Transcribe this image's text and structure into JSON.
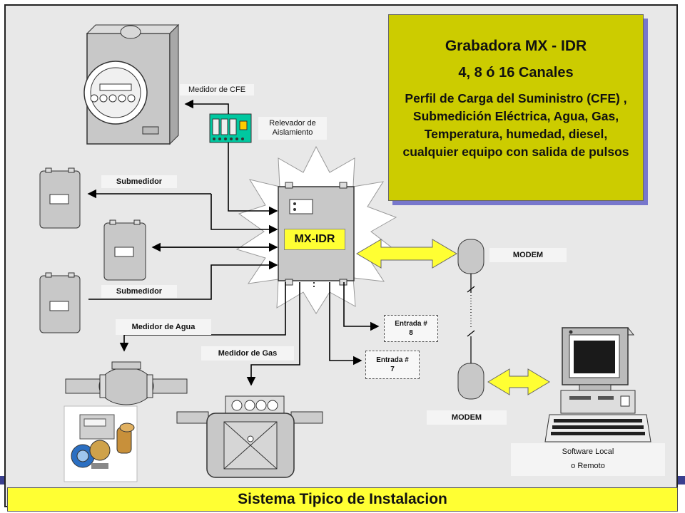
{
  "title": "Sistema Tipico de Instalacion",
  "info_box": {
    "title": "Grabadora MX - IDR",
    "channels": "4, 8 ó 16 Canales",
    "description": "Perfil de Carga del Suministro (CFE) , Submedición Eléctrica, Agua, Gas, Temperatura, humedad, diesel, cualquier equipo con salida de pulsos"
  },
  "labels": {
    "cfe_meter": "Medidor de CFE",
    "relay_line1": "Relevador de",
    "relay_line2": "Aislamiento",
    "submeter_top": "Submedidor",
    "submeter_bottom": "Submedidor",
    "recorder": "MX-IDR",
    "modem_top": "MODEM",
    "modem_bottom": "MODEM",
    "water_meter": "Medidor de Agua",
    "gas_meter": "Medidor de Gas",
    "input8_line1": "Entrada #",
    "input8_line2": "8",
    "input7_line1": "Entrada #",
    "input7_line2": "7",
    "software_line1": "Software Local",
    "software_line2": "o Remoto"
  },
  "colors": {
    "info_box": "#cccc00",
    "title_bar": "#ffff33",
    "arrow_yellow": "#ffff33",
    "device_gray": "#c8c8c8"
  }
}
